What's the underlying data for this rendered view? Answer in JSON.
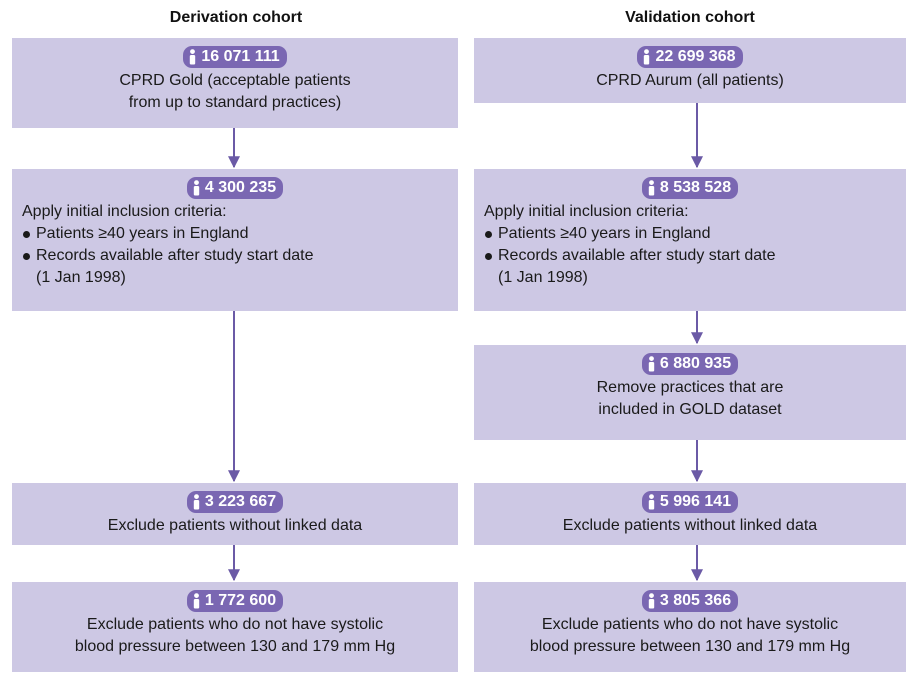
{
  "columns": {
    "derivation": {
      "header": "Derivation cohort"
    },
    "validation": {
      "header": "Validation cohort"
    }
  },
  "derivation": [
    {
      "count": "16 071 111",
      "lines": [
        "CPRD Gold (acceptable patients",
        "from up to standard practices)"
      ]
    },
    {
      "count": "4 300 235",
      "intro": "Apply initial inclusion criteria:",
      "bullets": [
        "Patients ≥40 years in England",
        "Records available after study start date"
      ],
      "note": "(1 Jan 1998)"
    },
    {
      "count": "3 223 667",
      "lines": [
        "Exclude patients without linked data"
      ]
    },
    {
      "count": "1 772 600",
      "lines": [
        "Exclude patients who do not have systolic",
        "blood pressure between 130 and 179 mm Hg"
      ]
    }
  ],
  "validation": [
    {
      "count": "22 699 368",
      "lines": [
        "CPRD Aurum (all patients)"
      ]
    },
    {
      "count": "8 538 528",
      "intro": "Apply initial inclusion criteria:",
      "bullets": [
        "Patients ≥40 years in England",
        "Records available after study start date"
      ],
      "note": "(1 Jan 1998)"
    },
    {
      "count": "6 880 935",
      "lines": [
        "Remove practices that are",
        "included in GOLD dataset"
      ]
    },
    {
      "count": "5 996 141",
      "lines": [
        "Exclude patients without linked data"
      ]
    },
    {
      "count": "3 805 366",
      "lines": [
        "Exclude patients who do not have systolic",
        "blood pressure between 130 and 179 mm Hg"
      ]
    }
  ],
  "colors": {
    "box": "#cdc8e4",
    "badge": "#7a67b2",
    "arrow": "#6b5aa6"
  },
  "icons": {
    "badge": "person-icon",
    "arrow": "arrow-down-icon"
  }
}
